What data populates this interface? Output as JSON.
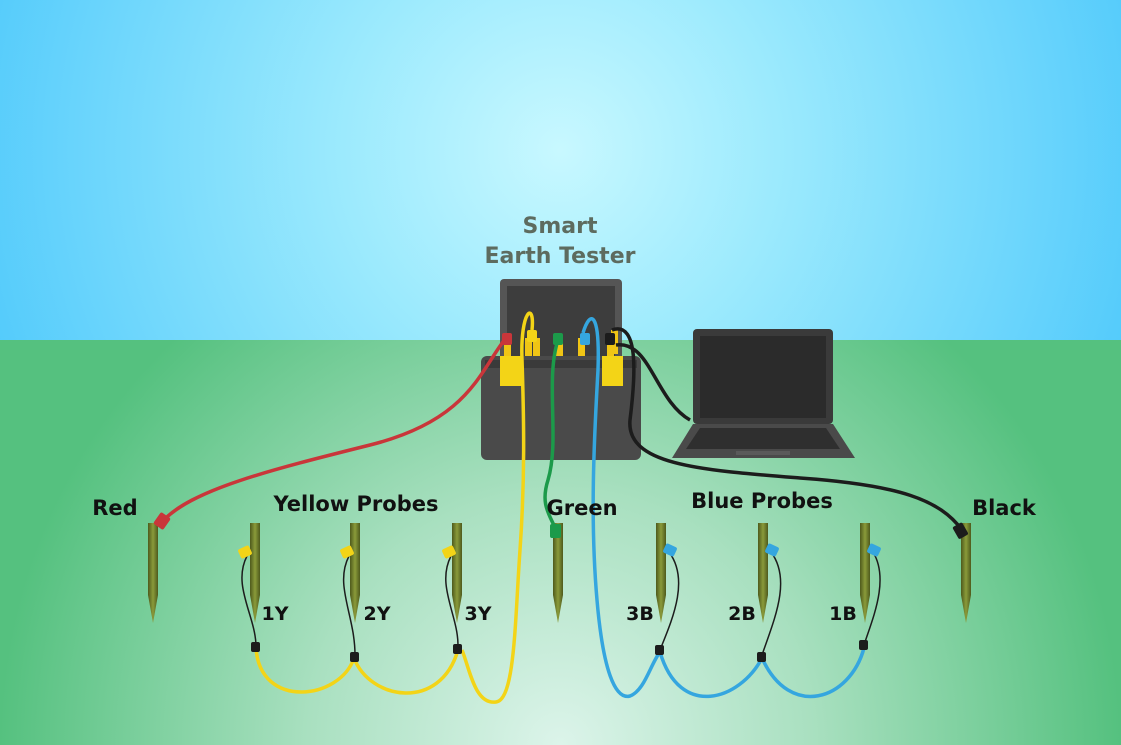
{
  "title": {
    "line1": "Smart",
    "line2": "Earth Tester"
  },
  "labels": {
    "red": "Red",
    "yellow_probes": "Yellow Probes",
    "green": "Green",
    "blue_probes": "Blue Probes",
    "black": "Black",
    "probe_1y": "1Y",
    "probe_2y": "2Y",
    "probe_3y": "3Y",
    "probe_3b": "3B",
    "probe_2b": "2B",
    "probe_1b": "1B"
  },
  "colors": {
    "sky_center": "#b8f6ff",
    "sky_edge": "#55cdfb",
    "ground_top": "#52c07f",
    "ground_bottom": "#d7f2e6",
    "stake": "#6b7a2a",
    "lead_red": "#c9363a",
    "lead_yellow": "#f3d417",
    "lead_green": "#1c9a4a",
    "lead_blue": "#35a6df",
    "lead_black": "#1c1c1c",
    "tester_case": "#4c4c4c",
    "laptop": "#3a3a3a"
  },
  "icons": {
    "device": "earth-tester-icon",
    "computer": "laptop-icon",
    "stake": "ground-stake-icon"
  }
}
